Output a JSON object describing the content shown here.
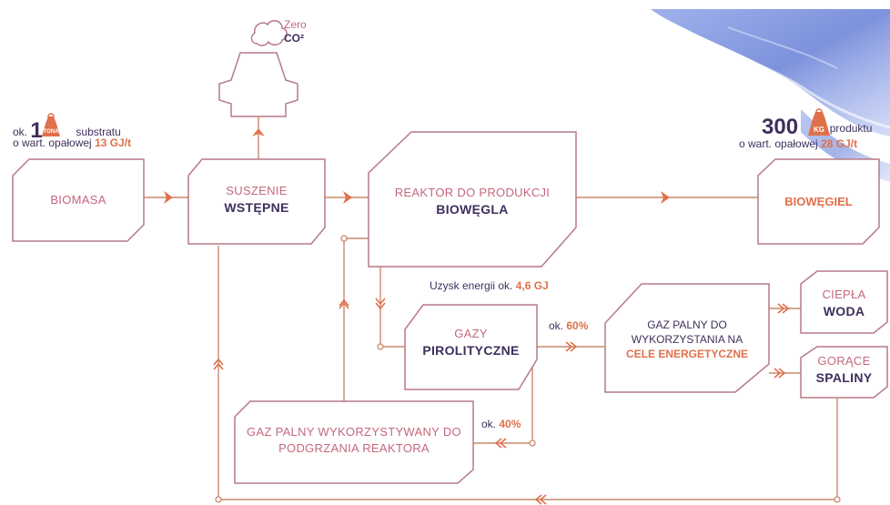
{
  "top": {
    "zero_label": "Zero",
    "co2_label": "CO²"
  },
  "input": {
    "prefix": "ok.",
    "amount": "1",
    "unit_badge": "TONA",
    "suffix": "substratu",
    "heat_prefix": "o wart. opałowej",
    "heat_value": "13 GJ/t"
  },
  "output": {
    "amount": "300",
    "unit_badge": "KG",
    "suffix": "produktu",
    "heat_prefix": "o wart. opałowej",
    "heat_value": "28 GJ/t"
  },
  "boxes": {
    "biomasa": "BIOMASA",
    "suszenie_line1": "SUSZENIE",
    "suszenie_line2": "WSTĘPNE",
    "reaktor_line1": "REAKTOR DO PRODUKCJI",
    "reaktor_line2": "BIOWĘGLA",
    "biowegiel": "BIOWĘGIEL",
    "gazy_line1": "GAZY",
    "gazy_line2": "PIROLITYCZNE",
    "gaz_energ_line1": "GAZ PALNY DO",
    "gaz_energ_line2": "WYKORZYSTANIA NA",
    "gaz_energ_line3": "CELE ENERGETYCZNE",
    "ciepla_line1": "CIEPŁA",
    "ciepla_line2": "WODA",
    "gorace_line1": "GORĄCE",
    "gorace_line2": "SPALINY",
    "podgrz_line1": "GAZ PALNY WYKORZYSTYWANY DO",
    "podgrz_line2": "PODGRZANIA REAKTORA"
  },
  "energy_yield": {
    "prefix": "Uzysk energii ok.",
    "value": "4,6 GJ"
  },
  "split": {
    "prefix_60": "ok.",
    "value_60": "60%",
    "prefix_40": "ok.",
    "value_40": "40%"
  },
  "colors": {
    "line": "#c98a6a",
    "box_border": "#b77a86",
    "arrow": "#e0704a",
    "text_dark": "#3f2f5c",
    "text_light": "#c4687b",
    "highlight": "#e0704a",
    "accent_blue": "#6f86d9"
  }
}
